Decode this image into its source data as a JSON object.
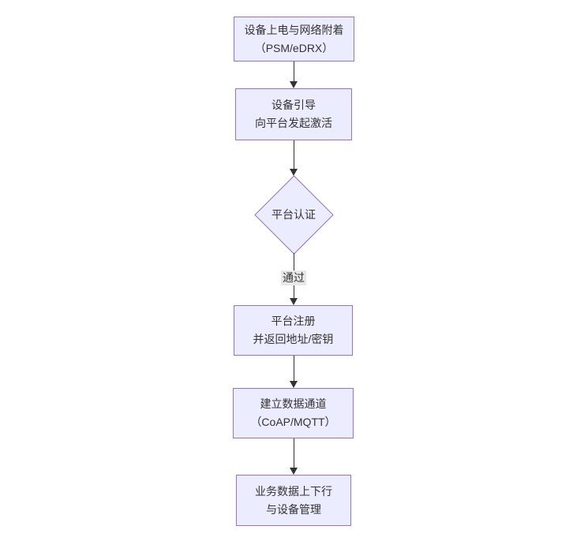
{
  "diagram": {
    "type": "flowchart",
    "direction": "top-down",
    "nodes": [
      {
        "id": "power-attach",
        "shape": "rect",
        "lines": [
          "设备上电与网络附着",
          "（PSM/eDRX）"
        ]
      },
      {
        "id": "bootstrap",
        "shape": "rect",
        "lines": [
          "设备引导",
          "向平台发起激活"
        ]
      },
      {
        "id": "platform-auth",
        "shape": "diamond",
        "lines": [
          "平台认证"
        ]
      },
      {
        "id": "register",
        "shape": "rect",
        "lines": [
          "平台注册",
          "并返回地址/密钥"
        ]
      },
      {
        "id": "data-channel",
        "shape": "rect",
        "lines": [
          "建立数据通道",
          "（CoAP/MQTT）"
        ]
      },
      {
        "id": "business-data",
        "shape": "rect",
        "lines": [
          "业务数据上下行",
          "与设备管理"
        ]
      }
    ],
    "edges": [
      {
        "from": "power-attach",
        "to": "bootstrap"
      },
      {
        "from": "bootstrap",
        "to": "platform-auth"
      },
      {
        "from": "platform-auth",
        "to": "register",
        "label": "通过"
      },
      {
        "from": "register",
        "to": "data-channel"
      },
      {
        "from": "data-channel",
        "to": "business-data"
      }
    ],
    "colors": {
      "node_fill": "#ECECFF",
      "node_border": "#9370DB",
      "edge_line": "#333333",
      "text": "#333333",
      "edge_label_bg": "#E8E8E8",
      "background": "#FFFFFF"
    }
  }
}
